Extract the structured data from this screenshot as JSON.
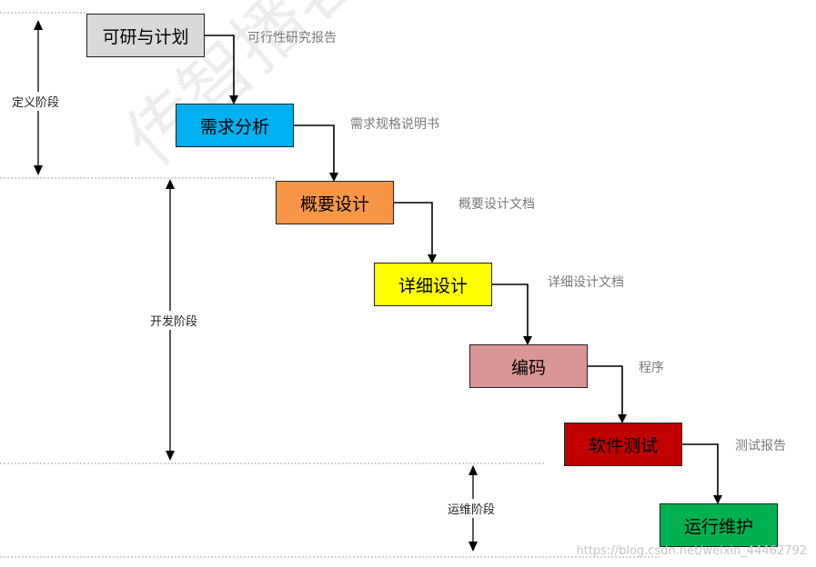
{
  "stages": [
    {
      "label": "可研与计划",
      "color": "#d9d9d9",
      "output": "可行性研究报告"
    },
    {
      "label": "需求分析",
      "color": "#00b0f0",
      "output": "需求规格说明书"
    },
    {
      "label": "概要设计",
      "color": "#f79646",
      "output": "概要设计文档"
    },
    {
      "label": "详细设计",
      "color": "#ffff00",
      "output": "详细设计文档"
    },
    {
      "label": "编码",
      "color": "#da9694",
      "output": "程序"
    },
    {
      "label": "软件测试",
      "color": "#c00000",
      "output": "测试报告"
    },
    {
      "label": "运行维护",
      "color": "#00b050",
      "output": ""
    }
  ],
  "phases": [
    {
      "label": "定义阶段"
    },
    {
      "label": "开发阶段"
    },
    {
      "label": "运维阶段"
    }
  ],
  "watermark": "传智播客",
  "footer_url": "https://blog.csdn.net/weixin_44462792"
}
